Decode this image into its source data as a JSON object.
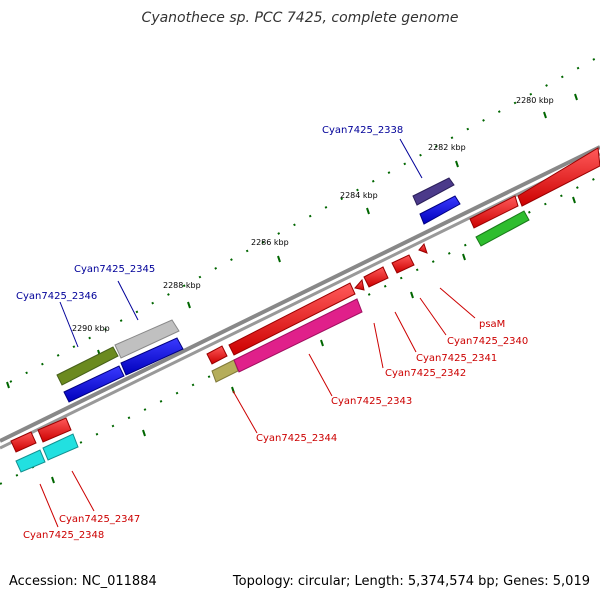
{
  "title": "Cyanothece sp. PCC 7425, complete genome",
  "accession": "Accession: NC_011884",
  "summary": "Topology: circular; Length: 5,374,574 bp; Genes: 5,019",
  "axis_ticks": [
    "2280 kbp",
    "2282 kbp",
    "2284 kbp",
    "2286 kbp",
    "2288 kbp",
    "2290 kbp"
  ],
  "gene_labels": {
    "g2338": "Cyan7425_2338",
    "g2345": "Cyan7425_2345",
    "g2346": "Cyan7425_2346",
    "psaM": "psaM",
    "g2340": "Cyan7425_2340",
    "g2341": "Cyan7425_2341",
    "g2342": "Cyan7425_2342",
    "g2343": "Cyan7425_2343",
    "g2344": "Cyan7425_2344",
    "g2347": "Cyan7425_2347",
    "g2348": "Cyan7425_2348"
  },
  "colors": {
    "forward_label": "#cc0000",
    "reverse_label": "#000099",
    "backbone": "#888888",
    "tick": "#006600"
  }
}
